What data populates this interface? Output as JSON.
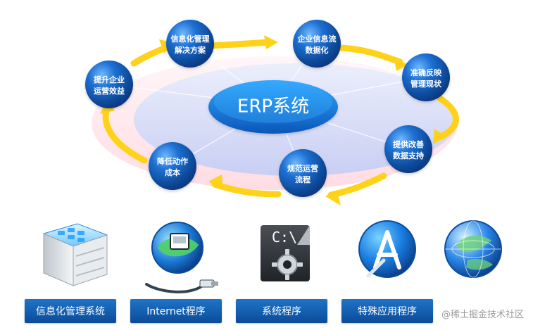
{
  "diagram": {
    "center": "ERP系统",
    "cycle_nodes": [
      {
        "line1": "信息化管理",
        "line2": "解决方案"
      },
      {
        "line1": "企业信息流",
        "line2": "数据化"
      },
      {
        "line1": "准确反映",
        "line2": "管理现状"
      },
      {
        "line1": "提供改善",
        "line2": "数据支持"
      },
      {
        "line1": "规范运营",
        "line2": "流程"
      },
      {
        "line1": "降低动作",
        "line2": "成本"
      },
      {
        "line1": "提升企业",
        "line2": "运营效益"
      }
    ]
  },
  "bottom_buttons": [
    {
      "label": "信息化管理系统"
    },
    {
      "label": "Internet程序"
    },
    {
      "label": "系统程序"
    },
    {
      "label": "特殊应用程序"
    }
  ],
  "watermark": "@稀土掘金技术社区",
  "icons": [
    {
      "name": "server-stack-icon"
    },
    {
      "name": "network-globe-icon"
    },
    {
      "name": "terminal-gear-icon"
    },
    {
      "name": "app-store-icon"
    },
    {
      "name": "globe-icon"
    }
  ]
}
